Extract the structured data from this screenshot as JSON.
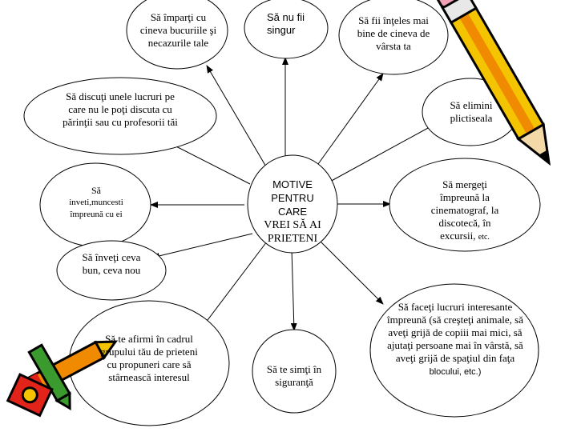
{
  "center": {
    "lines": [
      "MOTIVE",
      "PENTRU",
      "CARE",
      "VREI SĂ AI",
      "PRIETENI"
    ]
  },
  "nodes": {
    "share": "Să împarţi cu cineva bucuriile şi necazurile tale",
    "not_alone": "Să nu fii singur",
    "understood": "Să fii înţeles mai bine de cineva de vârsta ta",
    "discuss": "Să discuţi unele lucruri pe care nu le poţi discuta cu părinţii sau cu profesorii tăi",
    "boredom": "Să elimini plictiseala",
    "learn_work": {
      "line1": "Să",
      "line2": "inveti,muncesti",
      "line3": "împreună cu ei"
    },
    "outings": {
      "main": "Să mergeţi împreună la cinematograf, la discotecă, în excursii,",
      "etc": "etc."
    },
    "learn_good": "Să înveţi ceva bun, ceva nou",
    "affirm": "Să te afirmi în cadrul grupului tău de prieteni cu propuneri care să stârnească interesul",
    "safe": "Să te simţi în siguranţă",
    "interesting": {
      "main": "Să faceţi lucruri interesante împreună (să creşteţi animale, să aveţi grijă de copiii mai mici, să ajutaţi persoane mai în vârstă, să aveţi grijă de spaţiul din faţa",
      "tail": "blocului, etc.)"
    }
  },
  "colors": {
    "ellipse_fill": "#ffffff",
    "ellipse_stroke": "#000000",
    "pencil_yellow": "#f5c400",
    "pencil_orange": "#f08a00",
    "crayon_red": "#e2231a",
    "crayon_green": "#3a9a2e",
    "crayon_pink": "#f2a0b5"
  },
  "icons": [
    "pencil-icon",
    "crayons-icon"
  ]
}
